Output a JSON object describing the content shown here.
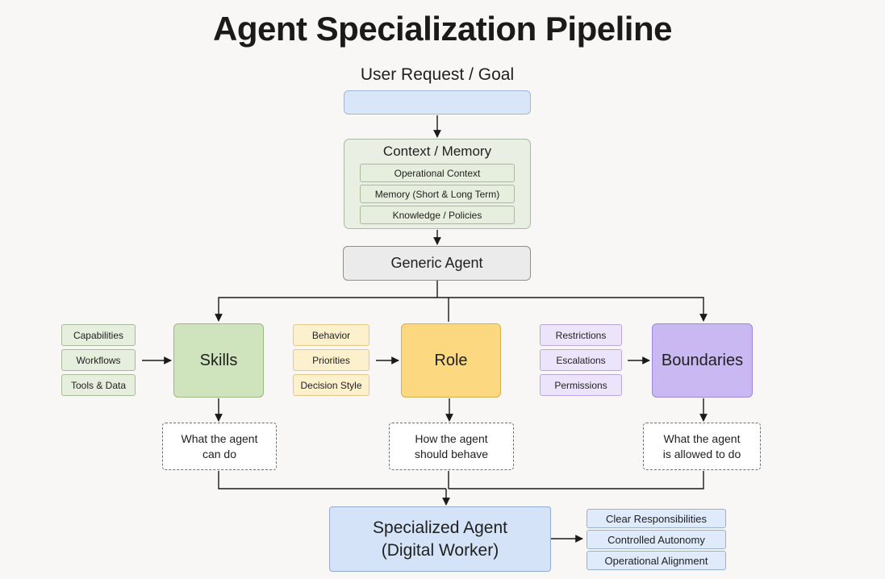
{
  "title": "Agent Specialization Pipeline",
  "input": {
    "label": "User Request / Goal"
  },
  "context": {
    "title": "Context / Memory",
    "items": [
      "Operational Context",
      "Memory (Short & Long Term)",
      "Knowledge / Policies"
    ]
  },
  "generic_agent": "Generic Agent",
  "branches": {
    "skills": {
      "label": "Skills",
      "inputs": [
        "Capabilities",
        "Workflows",
        "Tools & Data"
      ],
      "outcome": "What the agent\ncan do"
    },
    "role": {
      "label": "Role",
      "inputs": [
        "Behavior",
        "Priorities",
        "Decision Style"
      ],
      "outcome": "How the agent\nshould behave"
    },
    "boundaries": {
      "label": "Boundaries",
      "inputs": [
        "Restrictions",
        "Escalations",
        "Permissions"
      ],
      "outcome": "What the agent\nis allowed to do"
    }
  },
  "specialized_agent": {
    "label": "Specialized Agent\n(Digital Worker)",
    "outcomes": [
      "Clear Responsibilities",
      "Controlled Autonomy",
      "Operational Alignment"
    ]
  },
  "colors": {
    "input": "#d9e6f8",
    "context": "#e9f0e3",
    "skills": "#cfe4bd",
    "role": "#fcd980",
    "boundaries": "#c9b8f2",
    "specialized": "#d4e3f7"
  }
}
